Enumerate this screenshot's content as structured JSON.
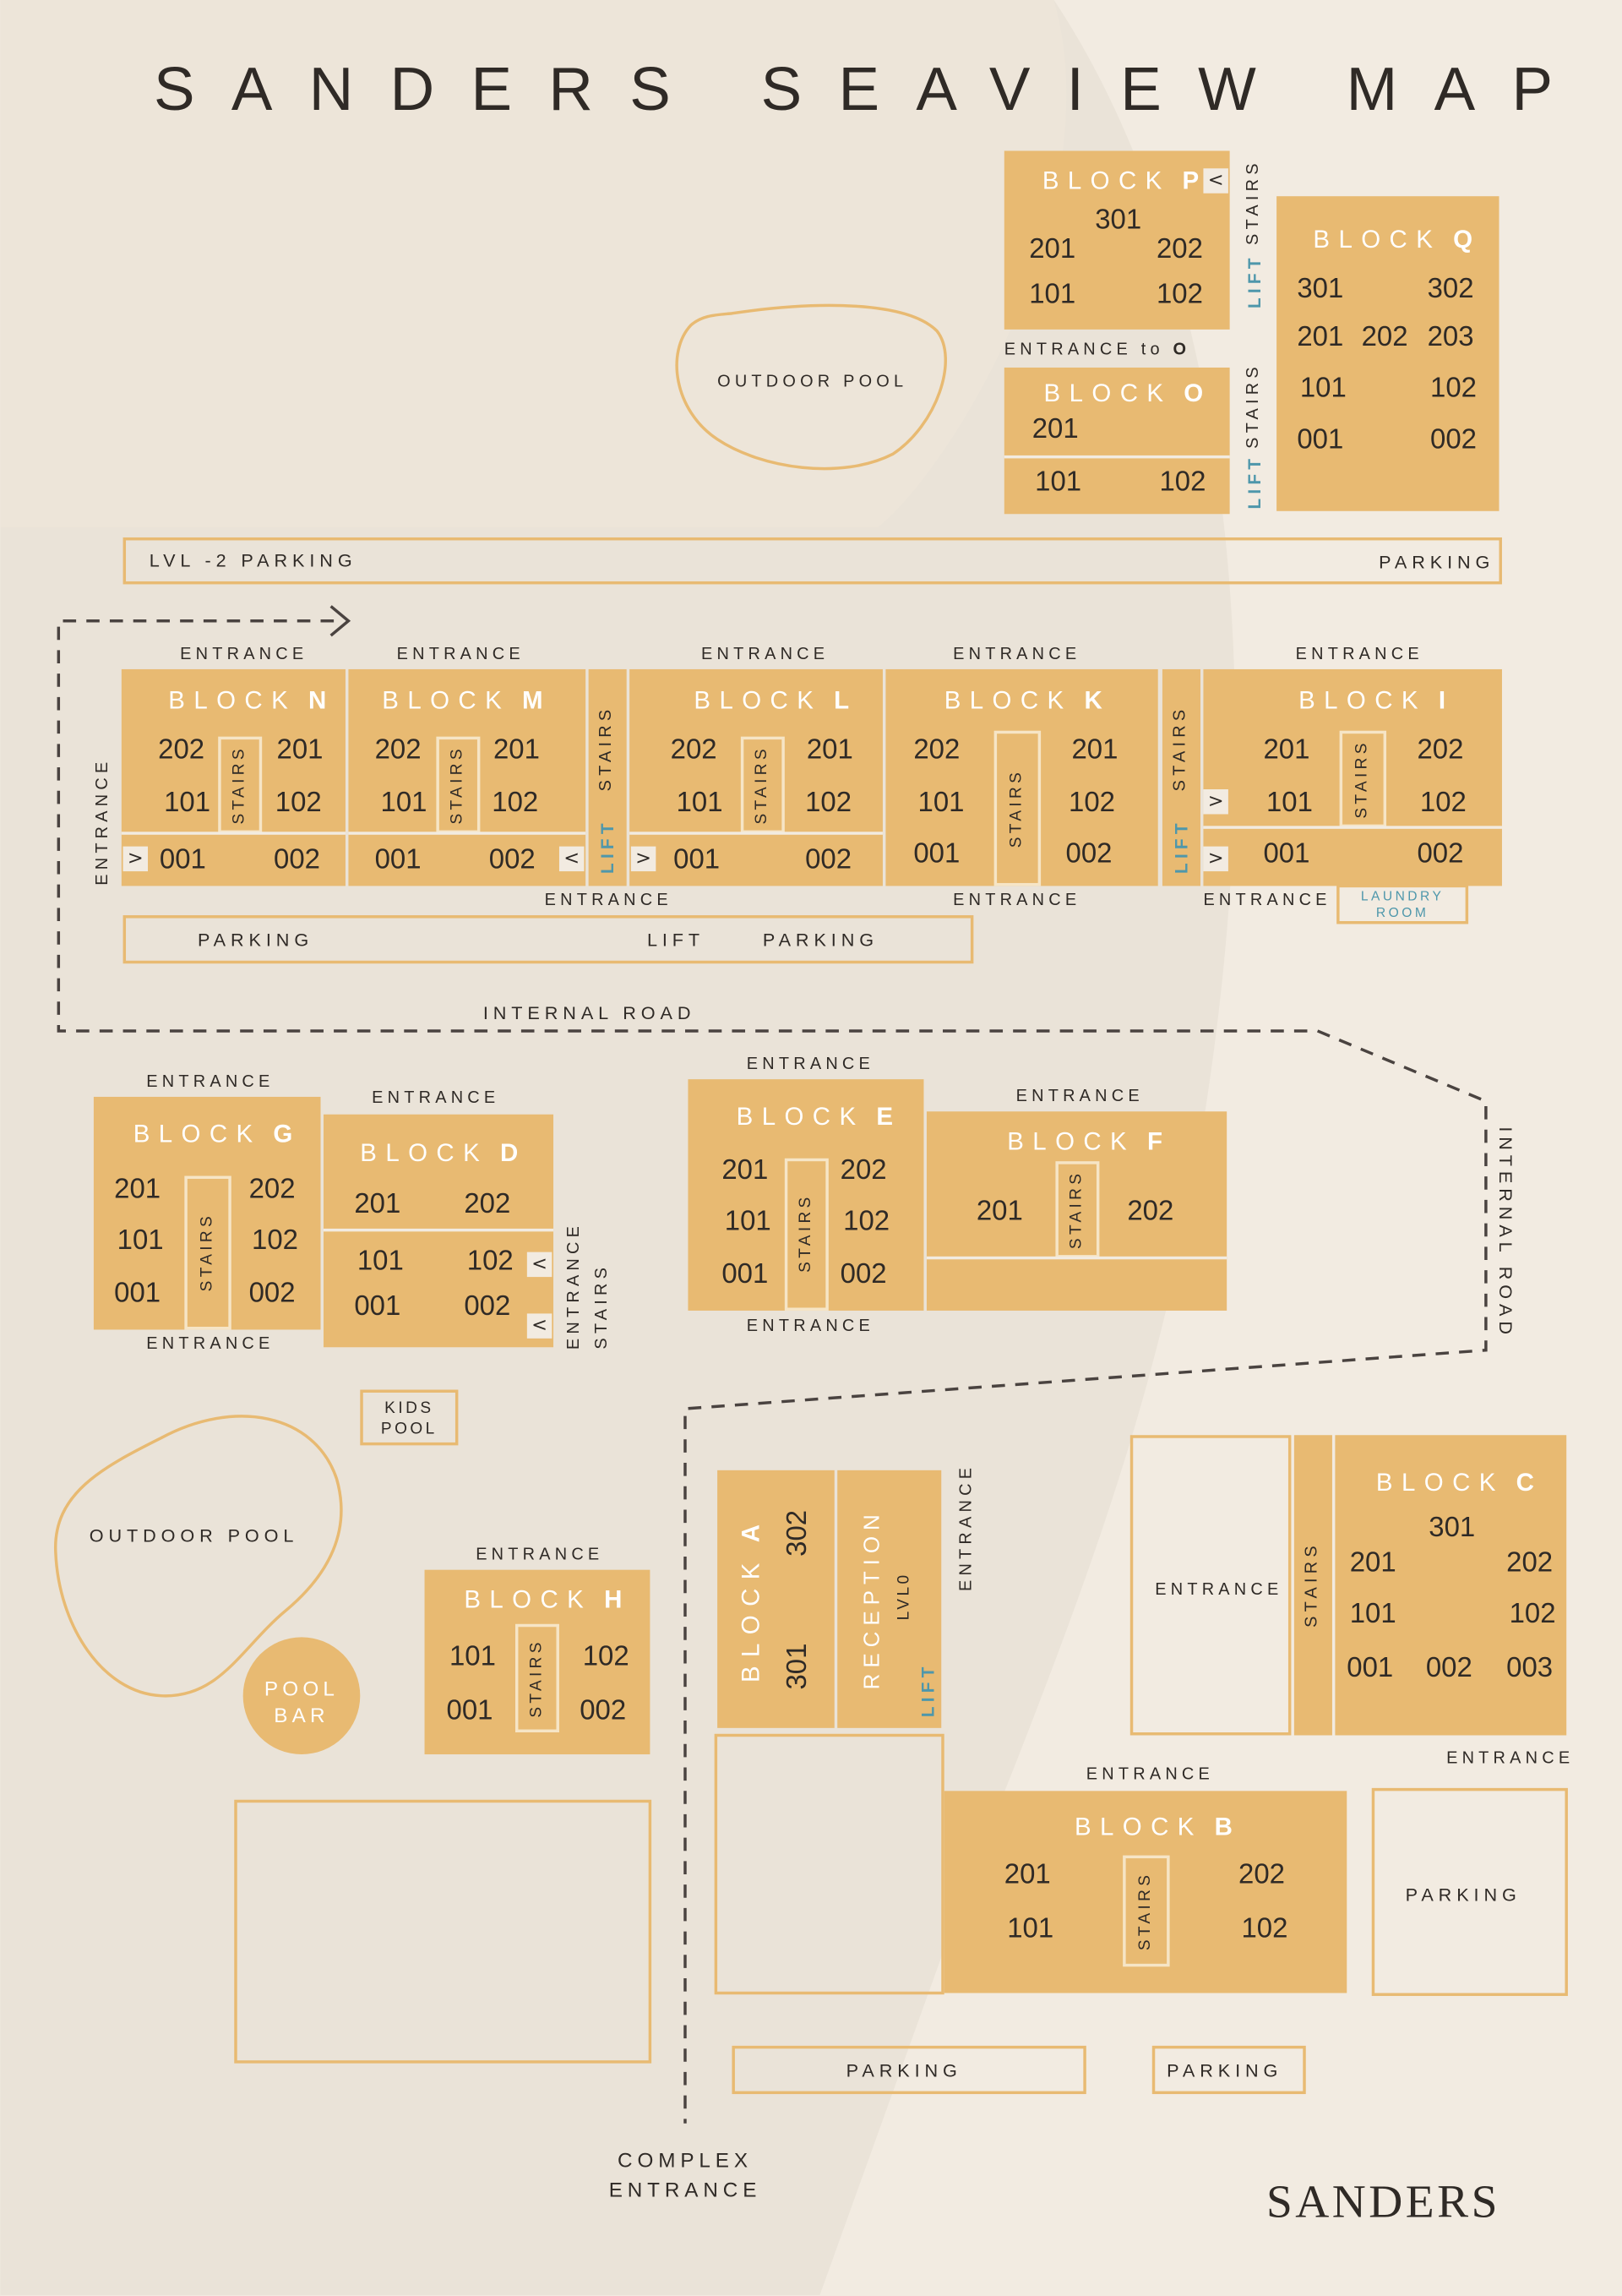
{
  "title": "SANDERS SEAVIEW MAP",
  "brand": "SANDERS",
  "colors": {
    "background": "#f2ebe1",
    "block": "#e8ba72",
    "lift": "#4e97ab",
    "text": "#2f2a26"
  },
  "labels": {
    "entrance": "ENTRANCE",
    "stairs": "STAIRS",
    "lift": "LIFT",
    "parking": "PARKING",
    "block": "BLOCK",
    "entrance_to_o": "ENTRANCE to",
    "entrance_to_o_letter": "O",
    "lvl2_parking": "LVL -2 PARKING",
    "internal_road": "INTERNAL ROAD",
    "outdoor_pool": "OUTDOOR POOL",
    "kids_pool_1": "KIDS",
    "kids_pool_2": "POOL",
    "pool_bar_1": "POOL",
    "pool_bar_2": "BAR",
    "laundry_1": "LAUNDRY",
    "laundry_2": "ROOM",
    "reception": "RECEPTION",
    "lvl0": "LVL0",
    "complex_entrance_1": "COMPLEX",
    "complex_entrance_2": "ENTRANCE",
    "arrow_left": "<",
    "arrow_right": ">"
  },
  "blocks": {
    "P": {
      "letter": "P",
      "units": [
        "301",
        "201",
        "202",
        "101",
        "102"
      ]
    },
    "Q": {
      "letter": "Q",
      "units": [
        "301",
        "302",
        "201",
        "202",
        "203",
        "101",
        "102",
        "001",
        "002"
      ]
    },
    "O": {
      "letter": "O",
      "units": [
        "201",
        "101",
        "102"
      ]
    },
    "N": {
      "letter": "N",
      "units": [
        "202",
        "201",
        "101",
        "102",
        "001",
        "002"
      ]
    },
    "M": {
      "letter": "M",
      "units": [
        "202",
        "201",
        "101",
        "102",
        "001",
        "002"
      ]
    },
    "L": {
      "letter": "L",
      "units": [
        "202",
        "201",
        "101",
        "102",
        "001",
        "002"
      ]
    },
    "K": {
      "letter": "K",
      "units": [
        "202",
        "201",
        "101",
        "102",
        "001",
        "002"
      ]
    },
    "I": {
      "letter": "I",
      "units": [
        "201",
        "202",
        "101",
        "102",
        "001",
        "002"
      ]
    },
    "G": {
      "letter": "G",
      "units": [
        "201",
        "202",
        "101",
        "102",
        "001",
        "002"
      ]
    },
    "D": {
      "letter": "D",
      "units": [
        "201",
        "202",
        "101",
        "102",
        "001",
        "002"
      ]
    },
    "E": {
      "letter": "E",
      "units": [
        "201",
        "202",
        "101",
        "102",
        "001",
        "002"
      ]
    },
    "F": {
      "letter": "F",
      "units": [
        "201",
        "202"
      ]
    },
    "H": {
      "letter": "H",
      "units": [
        "101",
        "102",
        "001",
        "002"
      ]
    },
    "A": {
      "letter": "A",
      "units": [
        "302",
        "301"
      ]
    },
    "C": {
      "letter": "C",
      "units": [
        "301",
        "201",
        "202",
        "101",
        "102",
        "001",
        "002",
        "003"
      ]
    },
    "B": {
      "letter": "B",
      "units": [
        "201",
        "202",
        "101",
        "102"
      ]
    }
  }
}
